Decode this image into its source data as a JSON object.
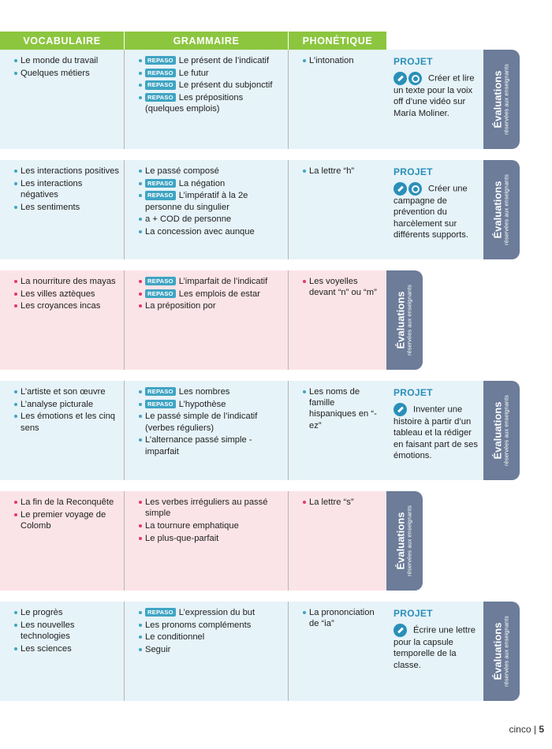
{
  "header": [
    "VOCABULAIRE",
    "GRAMMAIRE",
    "PHONÉTIQUE"
  ],
  "evaluation": {
    "title": "Évaluations",
    "subtitle": "réservées aux enseignants"
  },
  "projet_label": "PROJET",
  "tag_label": "REPASO",
  "colors": {
    "header_green": "#8cc63f",
    "row_blue": "#e6f3f8",
    "row_pink": "#fbe4e8",
    "bullet_blue": "#3fa4c3",
    "bullet_pink": "#e2386a",
    "projet_blue": "#2a8fb9",
    "eval_tab": "#6c7c99"
  },
  "rows": [
    {
      "theme": "blue",
      "vocabulaire": [
        "Le monde du travail",
        "Quelques métiers"
      ],
      "grammaire": [
        {
          "tag": true,
          "text": "Le présent de l’indicatif"
        },
        {
          "tag": true,
          "text": "Le futur"
        },
        {
          "tag": true,
          "text": "Le présent du subjonctif"
        },
        {
          "tag": true,
          "text": "Les prépositions (quelques emplois)"
        }
      ],
      "phonetique": [
        "L’intonation"
      ],
      "projet": {
        "icons": [
          "pen-icon",
          "search-icon"
        ],
        "text": "Créer et lire un texte pour la voix off d’une vidéo sur María Moliner."
      }
    },
    {
      "theme": "blue",
      "vocabulaire": [
        "Les interactions positives",
        "Les interactions négatives",
        "Les sentiments"
      ],
      "grammaire": [
        {
          "tag": false,
          "text": " Le passé composé"
        },
        {
          "tag": true,
          "text": "La négation"
        },
        {
          "tag": true,
          "text": "L’impératif à la 2e personne du singulier"
        },
        {
          "tag": false,
          "text": "a + COD de personne"
        },
        {
          "tag": false,
          "text": "La concession avec aunque"
        }
      ],
      "phonetique": [
        "La lettre “h”"
      ],
      "projet": {
        "icons": [
          "pen-icon",
          "search-icon"
        ],
        "text": "Créer une campagne de prévention du harcèlement sur différents supports."
      }
    },
    {
      "theme": "pink",
      "vocabulaire": [
        "La nourriture des mayas",
        "Les villes aztèques",
        "Les croyances incas"
      ],
      "grammaire": [
        {
          "tag": true,
          "text": "L’imparfait de l’indicatif"
        },
        {
          "tag": true,
          "text": "Les emplois de estar"
        },
        {
          "tag": false,
          "text": "La préposition por"
        }
      ],
      "phonetique": [
        "Les voyelles devant “n” ou “m”"
      ],
      "projet": null
    },
    {
      "theme": "blue",
      "vocabulaire": [
        "L’artiste et son œuvre",
        "L’analyse picturale",
        "Les émotions et les cinq sens"
      ],
      "grammaire": [
        {
          "tag": true,
          "text": "Les nombres"
        },
        {
          "tag": true,
          "text": "L’hypothèse"
        },
        {
          "tag": false,
          "text": "Le passé simple de l’indicatif (verbes réguliers)"
        },
        {
          "tag": false,
          "text": "L’alternance passé simple - imparfait"
        }
      ],
      "phonetique": [
        "Les noms de famille hispaniques en “-ez”"
      ],
      "projet": {
        "icons": [
          "pen-icon"
        ],
        "text": "Inventer une histoire à partir d’un tableau et la rédiger en faisant part de ses émotions."
      }
    },
    {
      "theme": "pink",
      "vocabulaire": [
        "La fin de la Reconquête",
        "Le premier voyage de Colomb"
      ],
      "grammaire": [
        {
          "tag": false,
          "text": "Les verbes irréguliers au passé simple"
        },
        {
          "tag": false,
          "text": "La tournure emphatique"
        },
        {
          "tag": false,
          "text": "Le plus-que-parfait"
        }
      ],
      "phonetique": [
        "La lettre “s”"
      ],
      "projet": null
    },
    {
      "theme": "blue",
      "vocabulaire": [
        "Le progrès",
        "Les nouvelles technologies",
        "Les sciences"
      ],
      "grammaire": [
        {
          "tag": true,
          "text": "L’expression du but"
        },
        {
          "tag": false,
          "text": "Les pronoms compléments"
        },
        {
          "tag": false,
          "text": "Le conditionnel"
        },
        {
          "tag": false,
          "text": "Seguir"
        }
      ],
      "phonetique": [
        "La prononciation de “ia”"
      ],
      "projet": {
        "icons": [
          "pen-icon"
        ],
        "text": "Écrire une lettre pour la capsule temporelle de la classe."
      }
    }
  ],
  "footer": {
    "word": "cinco",
    "separator": "|",
    "number": "5"
  }
}
